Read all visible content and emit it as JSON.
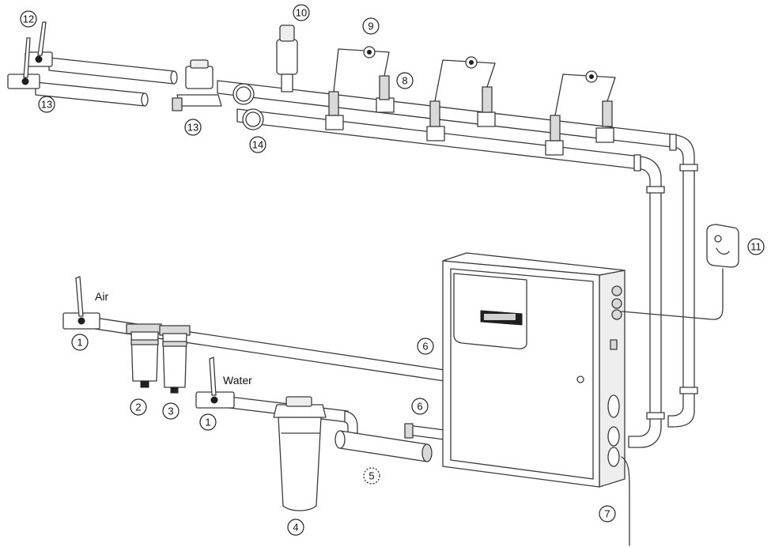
{
  "labels": {
    "air": "Air",
    "water": "Water"
  },
  "callouts": {
    "c1_air": "1",
    "c1_water": "1",
    "c2": "2",
    "c3": "3",
    "c4": "4",
    "c5": "5",
    "c6_upper": "6",
    "c6_lower": "6",
    "c7": "7",
    "c8": "8",
    "c9": "9",
    "c10": "10",
    "c11": "11",
    "c12": "12",
    "c13_left": "13",
    "c13_mid": "13",
    "c14": "14"
  },
  "colors": {
    "line": "#3a3a3a",
    "panel_display": "#1f1f1f",
    "background": "#ffffff"
  }
}
